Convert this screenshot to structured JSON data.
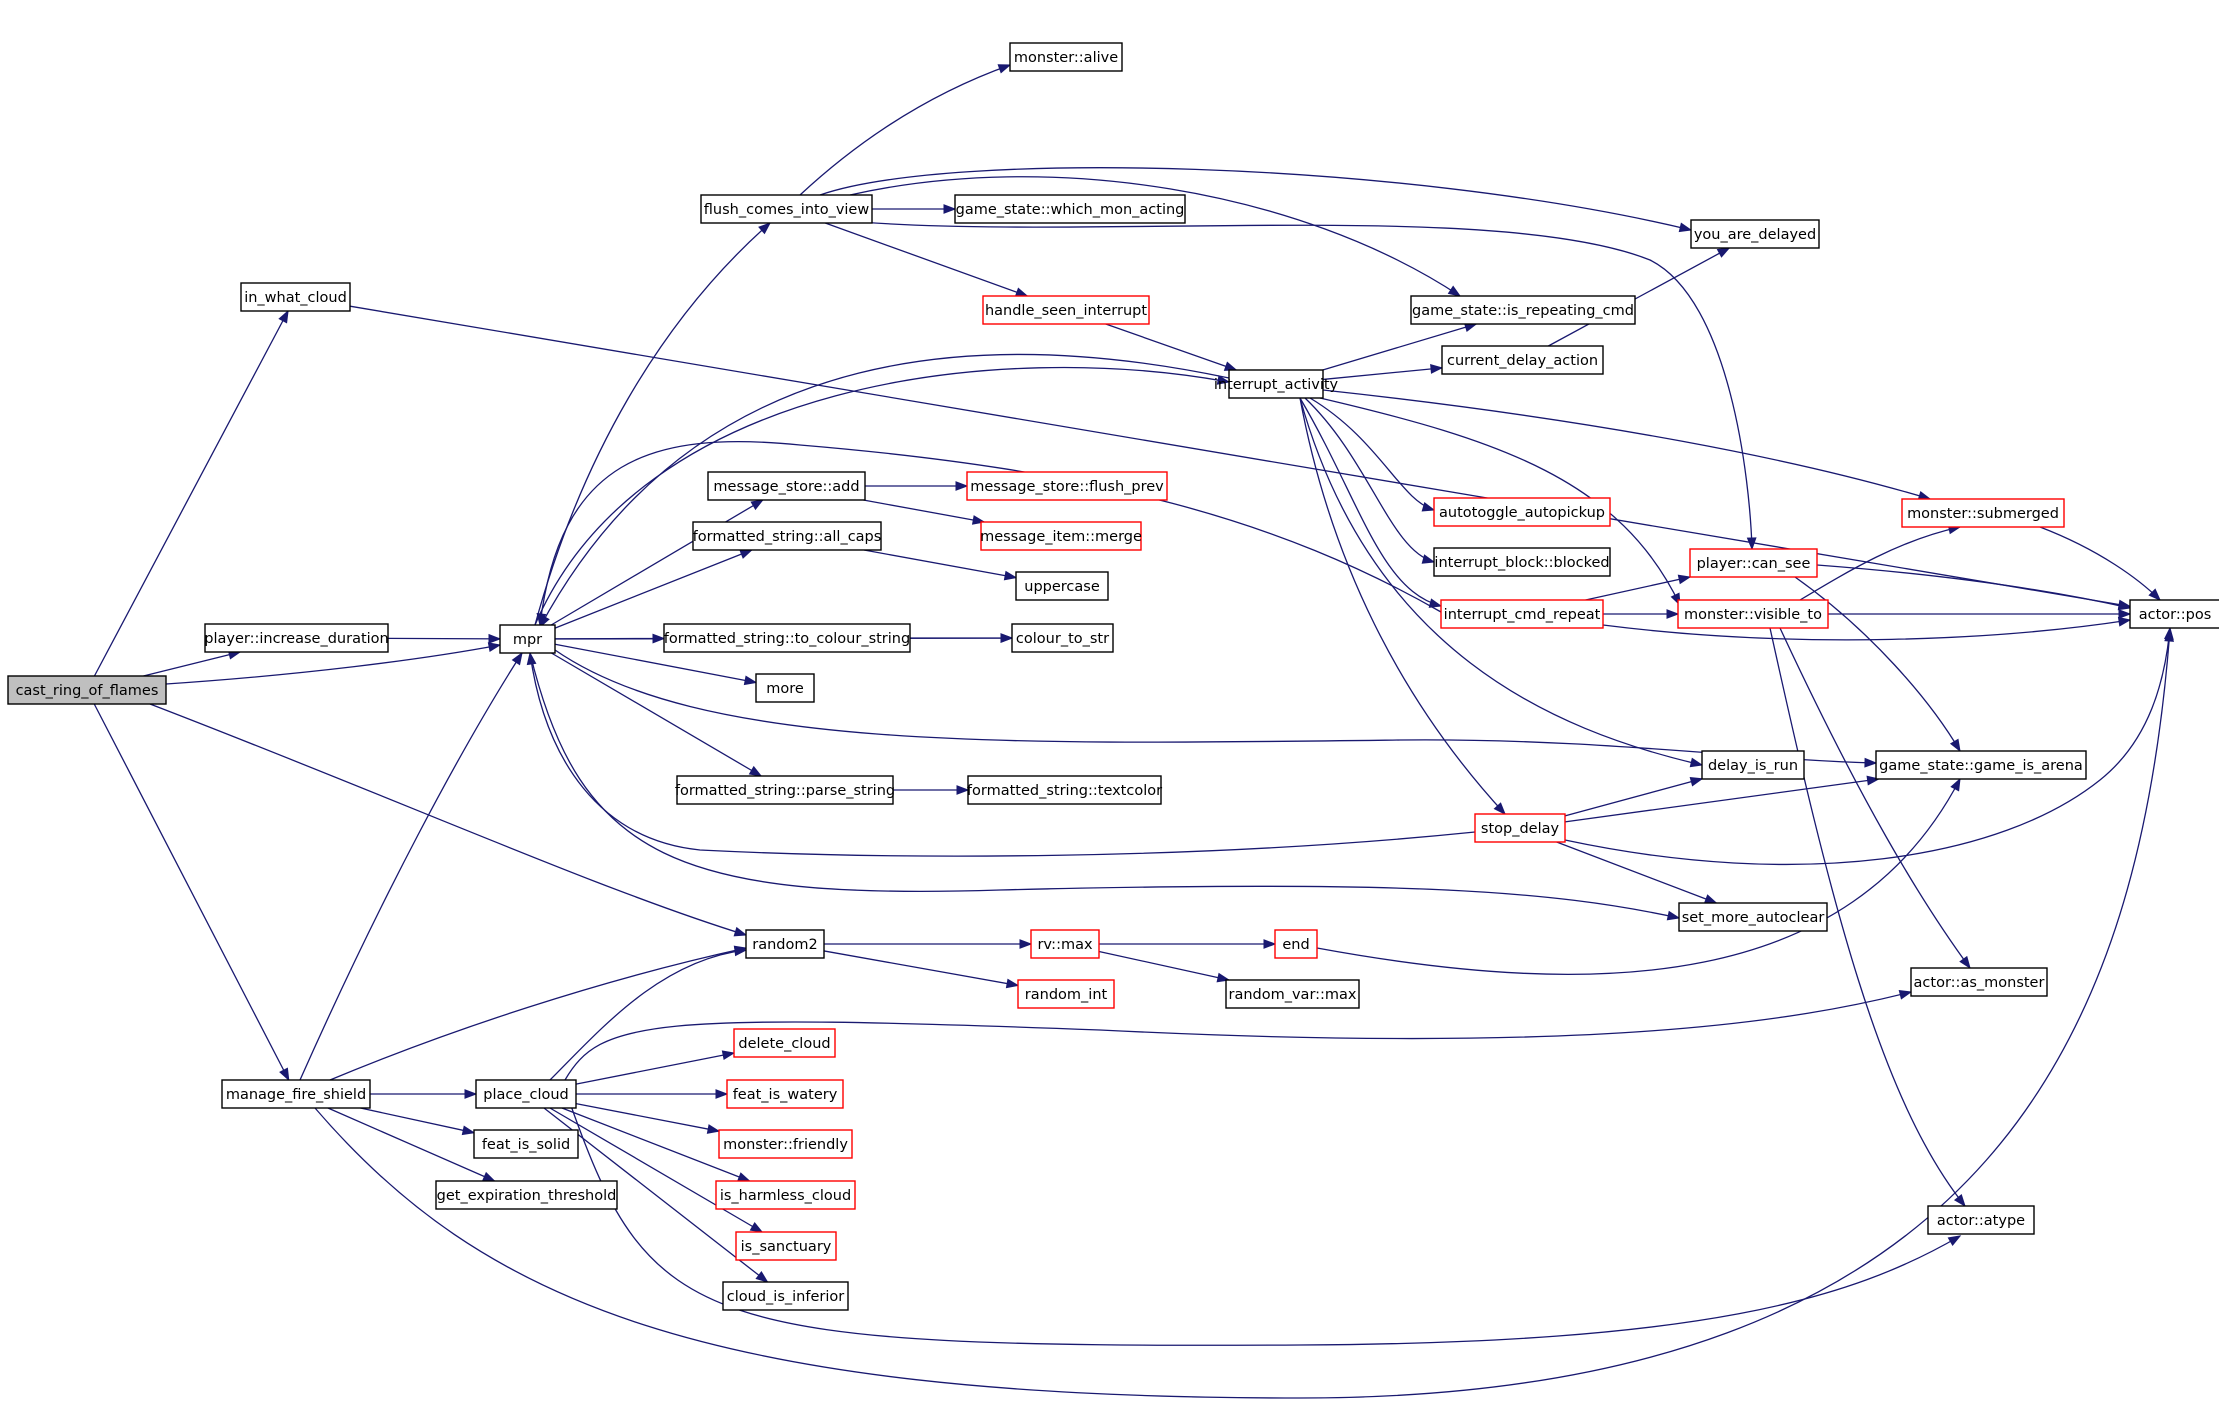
{
  "colors": {
    "edge": "#191970",
    "normal_border": "#000000",
    "truncated_border": "#ff0000",
    "root_fill": "#bfbfbf"
  },
  "nodes": [
    {
      "id": "cast_ring_of_flames",
      "label": "cast_ring_of_flames",
      "style": "root"
    },
    {
      "id": "in_what_cloud",
      "label": "in_what_cloud",
      "style": "normal"
    },
    {
      "id": "player_increase_duration",
      "label": "player::increase_duration",
      "style": "normal"
    },
    {
      "id": "manage_fire_shield",
      "label": "manage_fire_shield",
      "style": "normal"
    },
    {
      "id": "mpr",
      "label": "mpr",
      "style": "normal"
    },
    {
      "id": "monster_alive",
      "label": "monster::alive",
      "style": "normal"
    },
    {
      "id": "flush_comes_into_view",
      "label": "flush_comes_into_view",
      "style": "normal"
    },
    {
      "id": "game_state_which_mon_acting",
      "label": "game_state::which_mon_acting",
      "style": "normal"
    },
    {
      "id": "handle_seen_interrupt",
      "label": "handle_seen_interrupt",
      "style": "truncated"
    },
    {
      "id": "you_are_delayed",
      "label": "you_are_delayed",
      "style": "normal"
    },
    {
      "id": "game_state_is_repeating_cmd",
      "label": "game_state::is_repeating_cmd",
      "style": "normal"
    },
    {
      "id": "current_delay_action",
      "label": "current_delay_action",
      "style": "normal"
    },
    {
      "id": "interrupt_activity",
      "label": "interrupt_activity",
      "style": "normal"
    },
    {
      "id": "message_store_add",
      "label": "message_store::add",
      "style": "normal"
    },
    {
      "id": "message_store_flush_prev",
      "label": "message_store::flush_prev",
      "style": "truncated"
    },
    {
      "id": "message_item_merge",
      "label": "message_item::merge",
      "style": "truncated"
    },
    {
      "id": "formatted_string_all_caps",
      "label": "formatted_string::all_caps",
      "style": "normal"
    },
    {
      "id": "uppercase",
      "label": "uppercase",
      "style": "normal"
    },
    {
      "id": "formatted_string_to_colour_string",
      "label": "formatted_string::to_colour_string",
      "style": "normal"
    },
    {
      "id": "colour_to_str",
      "label": "colour_to_str",
      "style": "normal"
    },
    {
      "id": "more",
      "label": "more",
      "style": "normal"
    },
    {
      "id": "formatted_string_parse_string",
      "label": "formatted_string::parse_string",
      "style": "normal"
    },
    {
      "id": "formatted_string_textcolor",
      "label": "formatted_string::textcolor",
      "style": "normal"
    },
    {
      "id": "autotoggle_autopickup",
      "label": "autotoggle_autopickup",
      "style": "truncated"
    },
    {
      "id": "interrupt_block_blocked",
      "label": "interrupt_block::blocked",
      "style": "normal"
    },
    {
      "id": "interrupt_cmd_repeat",
      "label": "interrupt_cmd_repeat",
      "style": "truncated"
    },
    {
      "id": "player_can_see",
      "label": "player::can_see",
      "style": "truncated"
    },
    {
      "id": "monster_visible_to",
      "label": "monster::visible_to",
      "style": "truncated"
    },
    {
      "id": "monster_submerged",
      "label": "monster::submerged",
      "style": "truncated"
    },
    {
      "id": "actor_pos",
      "label": "actor::pos",
      "style": "normal"
    },
    {
      "id": "delay_is_run",
      "label": "delay_is_run",
      "style": "normal"
    },
    {
      "id": "game_state_game_is_arena",
      "label": "game_state::game_is_arena",
      "style": "normal"
    },
    {
      "id": "stop_delay",
      "label": "stop_delay",
      "style": "truncated"
    },
    {
      "id": "set_more_autoclear",
      "label": "set_more_autoclear",
      "style": "normal"
    },
    {
      "id": "random2",
      "label": "random2",
      "style": "normal"
    },
    {
      "id": "rv_max",
      "label": "rv::max",
      "style": "truncated"
    },
    {
      "id": "end",
      "label": "end",
      "style": "truncated"
    },
    {
      "id": "random_int",
      "label": "random_int",
      "style": "truncated"
    },
    {
      "id": "random_var_max",
      "label": "random_var::max",
      "style": "normal"
    },
    {
      "id": "actor_as_monster",
      "label": "actor::as_monster",
      "style": "normal"
    },
    {
      "id": "place_cloud",
      "label": "place_cloud",
      "style": "normal"
    },
    {
      "id": "delete_cloud",
      "label": "delete_cloud",
      "style": "truncated"
    },
    {
      "id": "feat_is_watery",
      "label": "feat_is_watery",
      "style": "truncated"
    },
    {
      "id": "monster_friendly",
      "label": "monster::friendly",
      "style": "truncated"
    },
    {
      "id": "is_harmless_cloud",
      "label": "is_harmless_cloud",
      "style": "truncated"
    },
    {
      "id": "is_sanctuary",
      "label": "is_sanctuary",
      "style": "truncated"
    },
    {
      "id": "cloud_is_inferior",
      "label": "cloud_is_inferior",
      "style": "normal"
    },
    {
      "id": "feat_is_solid",
      "label": "feat_is_solid",
      "style": "normal"
    },
    {
      "id": "get_expiration_threshold",
      "label": "get_expiration_threshold",
      "style": "normal"
    },
    {
      "id": "actor_atype",
      "label": "actor::atype",
      "style": "normal"
    }
  ],
  "edges": [
    [
      "cast_ring_of_flames",
      "in_what_cloud"
    ],
    [
      "cast_ring_of_flames",
      "player_increase_duration"
    ],
    [
      "cast_ring_of_flames",
      "mpr"
    ],
    [
      "cast_ring_of_flames",
      "random2"
    ],
    [
      "cast_ring_of_flames",
      "manage_fire_shield"
    ],
    [
      "in_what_cloud",
      "actor_pos"
    ],
    [
      "player_increase_duration",
      "mpr"
    ],
    [
      "manage_fire_shield",
      "mpr"
    ],
    [
      "manage_fire_shield",
      "random2"
    ],
    [
      "manage_fire_shield",
      "place_cloud"
    ],
    [
      "manage_fire_shield",
      "feat_is_solid"
    ],
    [
      "manage_fire_shield",
      "get_expiration_threshold"
    ],
    [
      "manage_fire_shield",
      "actor_pos"
    ],
    [
      "mpr",
      "flush_comes_into_view"
    ],
    [
      "mpr",
      "interrupt_activity"
    ],
    [
      "mpr",
      "message_store_add"
    ],
    [
      "mpr",
      "formatted_string_all_caps"
    ],
    [
      "mpr",
      "formatted_string_to_colour_string"
    ],
    [
      "mpr",
      "colour_to_str"
    ],
    [
      "mpr",
      "more"
    ],
    [
      "mpr",
      "formatted_string_parse_string"
    ],
    [
      "mpr",
      "game_state_game_is_arena"
    ],
    [
      "mpr",
      "set_more_autoclear"
    ],
    [
      "flush_comes_into_view",
      "monster_alive"
    ],
    [
      "flush_comes_into_view",
      "game_state_which_mon_acting"
    ],
    [
      "flush_comes_into_view",
      "handle_seen_interrupt"
    ],
    [
      "flush_comes_into_view",
      "you_are_delayed"
    ],
    [
      "flush_comes_into_view",
      "game_state_is_repeating_cmd"
    ],
    [
      "flush_comes_into_view",
      "player_can_see"
    ],
    [
      "handle_seen_interrupt",
      "interrupt_activity"
    ],
    [
      "interrupt_activity",
      "mpr"
    ],
    [
      "interrupt_activity",
      "game_state_is_repeating_cmd"
    ],
    [
      "interrupt_activity",
      "current_delay_action"
    ],
    [
      "interrupt_activity",
      "monster_submerged"
    ],
    [
      "interrupt_activity",
      "autotoggle_autopickup"
    ],
    [
      "interrupt_activity",
      "interrupt_block_blocked"
    ],
    [
      "interrupt_activity",
      "interrupt_cmd_repeat"
    ],
    [
      "interrupt_activity",
      "monster_visible_to"
    ],
    [
      "interrupt_activity",
      "delay_is_run"
    ],
    [
      "interrupt_activity",
      "stop_delay"
    ],
    [
      "current_delay_action",
      "you_are_delayed"
    ],
    [
      "message_store_add",
      "message_store_flush_prev"
    ],
    [
      "message_store_add",
      "message_item_merge"
    ],
    [
      "formatted_string_all_caps",
      "uppercase"
    ],
    [
      "formatted_string_to_colour_string",
      "colour_to_str"
    ],
    [
      "formatted_string_parse_string",
      "formatted_string_textcolor"
    ],
    [
      "interrupt_cmd_repeat",
      "mpr"
    ],
    [
      "interrupt_cmd_repeat",
      "player_can_see"
    ],
    [
      "interrupt_cmd_repeat",
      "monster_visible_to"
    ],
    [
      "interrupt_cmd_repeat",
      "actor_pos"
    ],
    [
      "player_can_see",
      "actor_pos"
    ],
    [
      "player_can_see",
      "game_state_game_is_arena"
    ],
    [
      "monster_visible_to",
      "monster_submerged"
    ],
    [
      "monster_visible_to",
      "actor_pos"
    ],
    [
      "monster_visible_to",
      "actor_as_monster"
    ],
    [
      "monster_visible_to",
      "actor_atype"
    ],
    [
      "monster_submerged",
      "actor_pos"
    ],
    [
      "stop_delay",
      "mpr"
    ],
    [
      "stop_delay",
      "delay_is_run"
    ],
    [
      "stop_delay",
      "game_state_game_is_arena"
    ],
    [
      "stop_delay",
      "set_more_autoclear"
    ],
    [
      "stop_delay",
      "actor_pos"
    ],
    [
      "random2",
      "rv_max"
    ],
    [
      "random2",
      "random_int"
    ],
    [
      "rv_max",
      "end"
    ],
    [
      "rv_max",
      "random_var_max"
    ],
    [
      "end",
      "game_state_game_is_arena"
    ],
    [
      "place_cloud",
      "random2"
    ],
    [
      "place_cloud",
      "actor_as_monster"
    ],
    [
      "place_cloud",
      "delete_cloud"
    ],
    [
      "place_cloud",
      "feat_is_watery"
    ],
    [
      "place_cloud",
      "monster_friendly"
    ],
    [
      "place_cloud",
      "is_harmless_cloud"
    ],
    [
      "place_cloud",
      "is_sanctuary"
    ],
    [
      "place_cloud",
      "cloud_is_inferior"
    ],
    [
      "place_cloud",
      "actor_atype"
    ]
  ]
}
